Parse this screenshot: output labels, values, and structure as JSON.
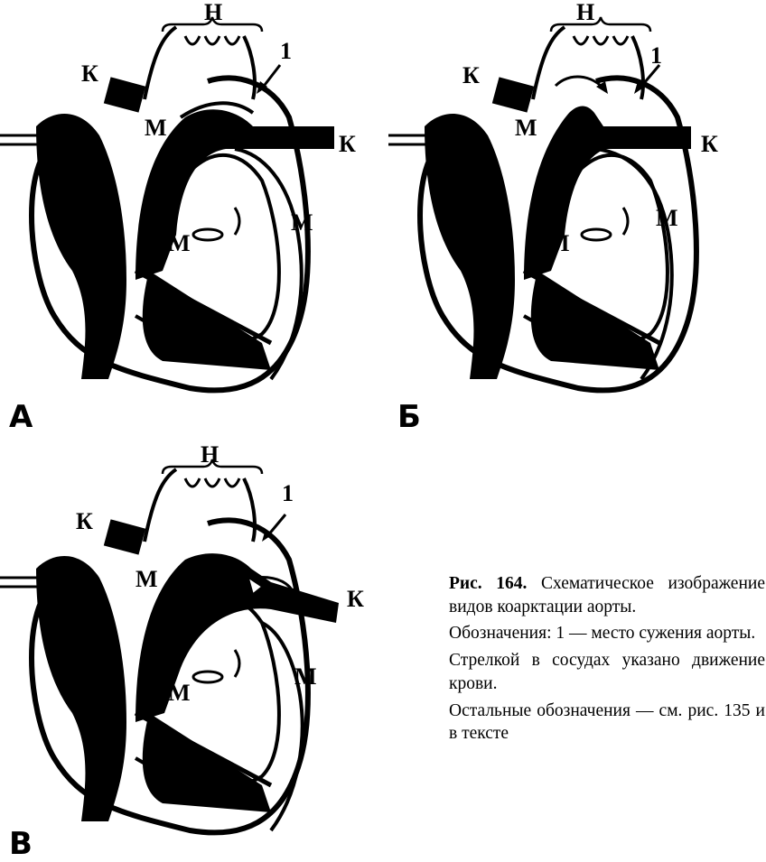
{
  "labels": {
    "N": "Н",
    "K": "К",
    "M": "М",
    "one": "1"
  },
  "panels": [
    {
      "letter": "А",
      "variant": "A"
    },
    {
      "letter": "Б",
      "variant": "B"
    },
    {
      "letter": "В",
      "variant": "V"
    }
  ],
  "caption": {
    "figure": "Рис. 164.",
    "title": "Схематическое изображение видов коарктации аорты.",
    "line1": "Обозначения: 1 — место сужения аорты.",
    "line2": "Стрелкой в сосудах указано движение крови.",
    "line3": "Остальные обозначения — см. рис. 135 и в тексте"
  }
}
